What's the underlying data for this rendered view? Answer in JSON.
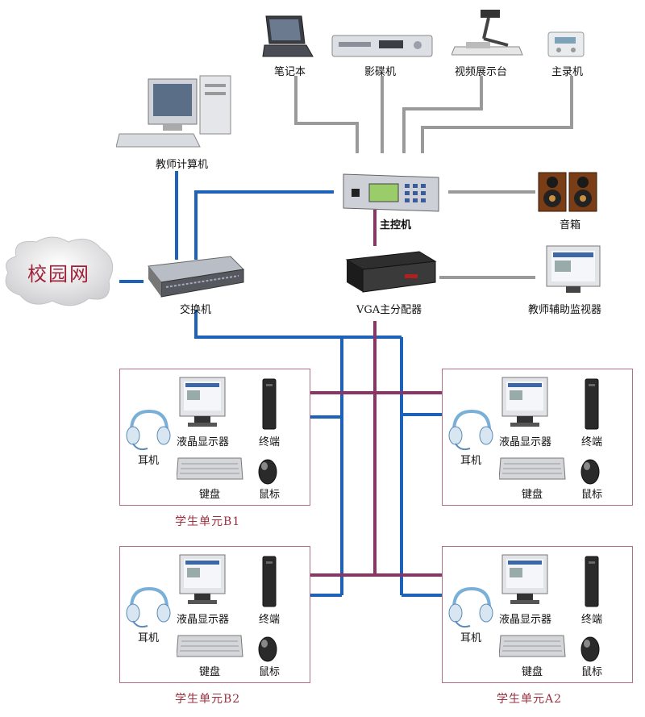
{
  "campus": "校园网",
  "devices": {
    "laptop": "笔记本",
    "dvd": "影碟机",
    "visualizer": "视频展示台",
    "recorder": "主录机",
    "teacher_pc": "教师计算机",
    "master": "主控机",
    "speaker": "音箱",
    "switch": "交换机",
    "vga": "VGA主分配器",
    "monitor_aux": "教师辅助监视器"
  },
  "unit_labels": {
    "lcd": "液晶显示器",
    "terminal": "终端",
    "headset": "耳机",
    "keyboard": "键盘",
    "mouse": "鼠标"
  },
  "units": [
    {
      "title": "学生单元B1"
    },
    {
      "title": "学生单元A1"
    },
    {
      "title": "学生单元B2"
    },
    {
      "title": "学生单元A2"
    }
  ],
  "colors": {
    "network": "#1d62b8",
    "vga": "#8c3565",
    "av": "#9a9a9a"
  }
}
